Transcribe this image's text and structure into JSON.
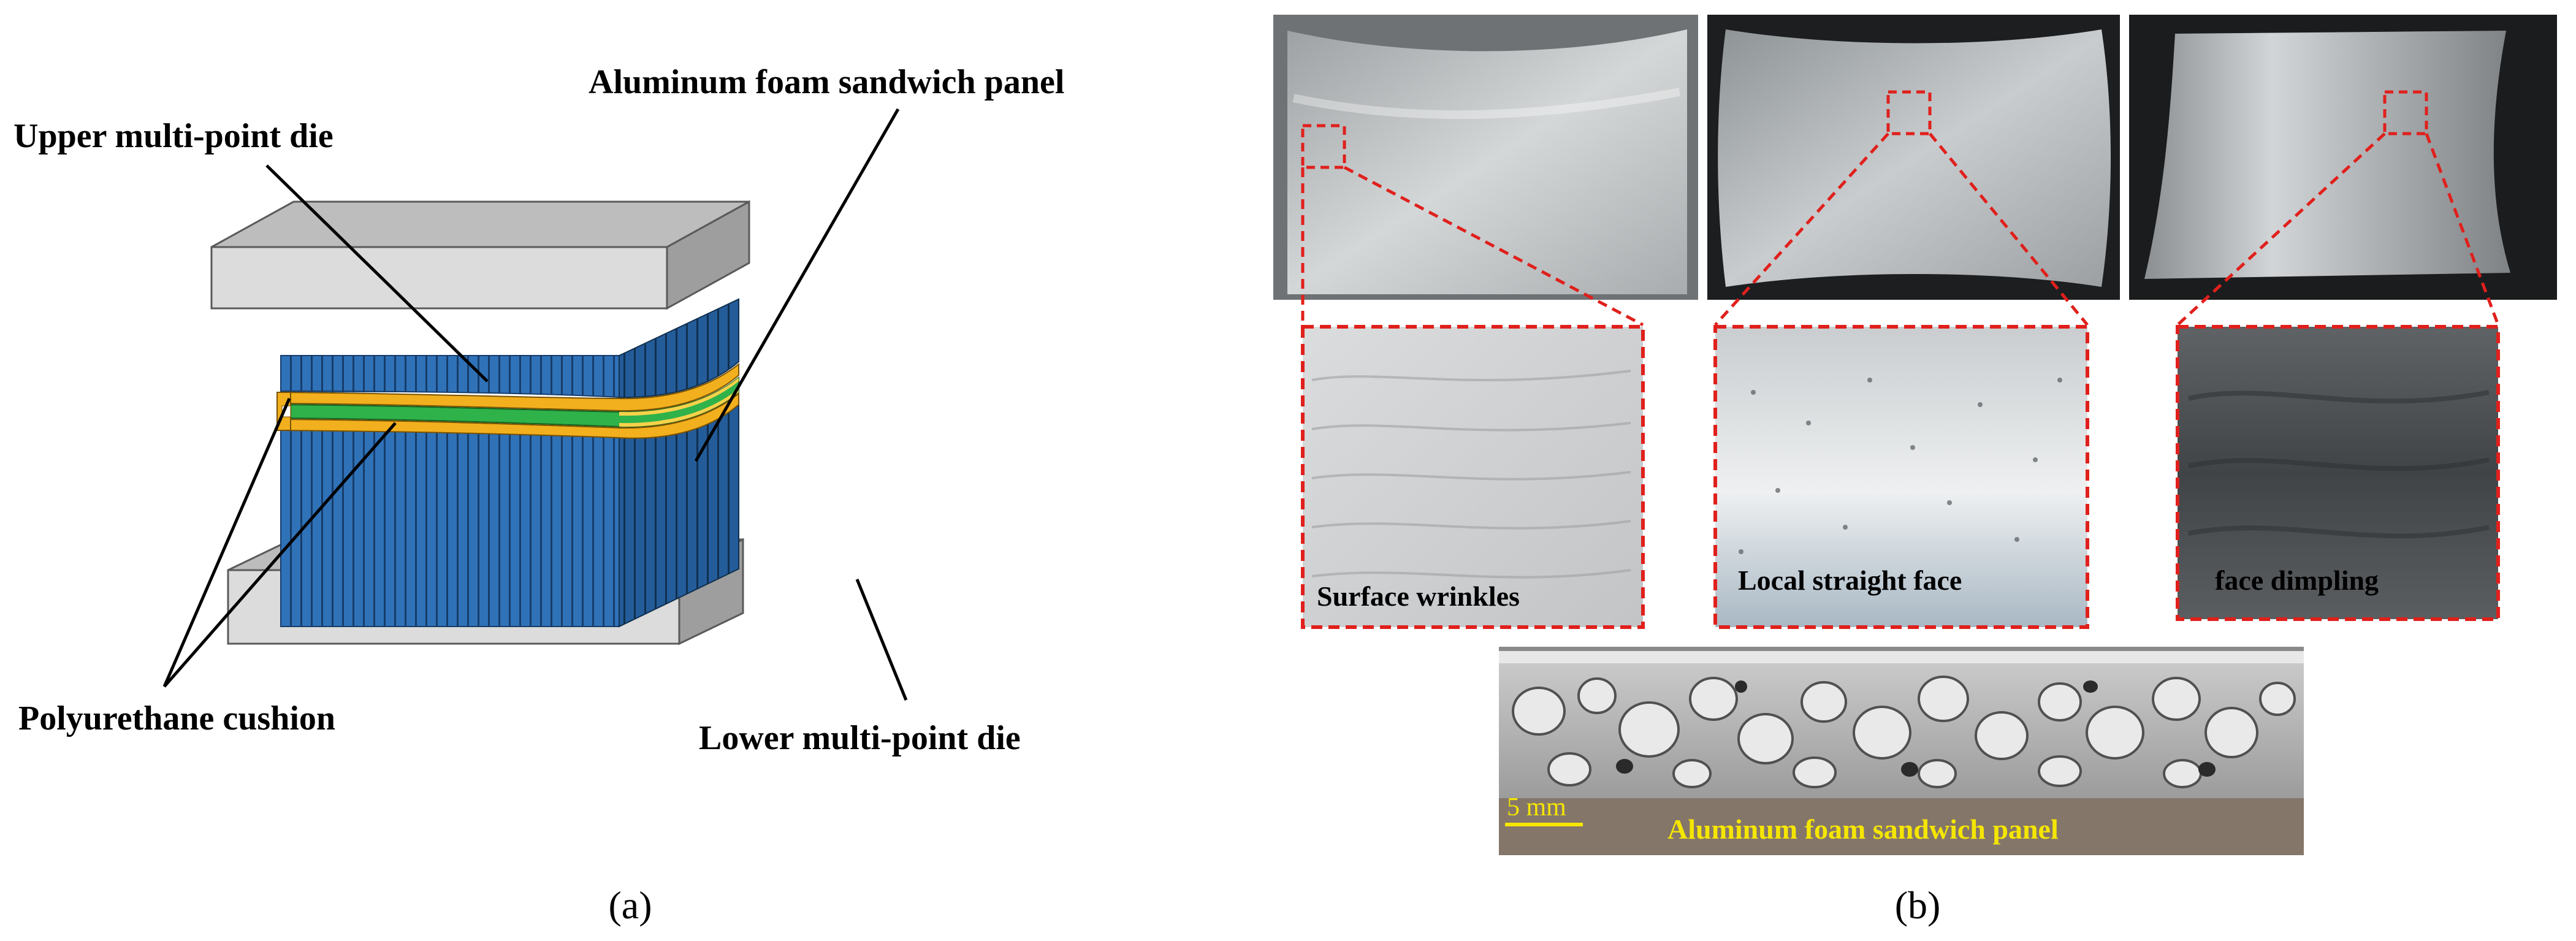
{
  "panel_a": {
    "labels": {
      "upper_die": "Upper multi-point die",
      "sandwich_panel": "Aluminum foam sandwich panel",
      "polyurethane": "Polyurethane cushion",
      "lower_die": "Lower multi-point die"
    },
    "caption": "(a)",
    "colors": {
      "plate_top": "#bdbdbd",
      "plate_front": "#dcdcdc",
      "plate_side": "#9e9e9e",
      "pins_front": "#2f72b8",
      "pins_side": "#245c99",
      "cushion": "#f2b01e",
      "core": "#2fb24a"
    }
  },
  "panel_b": {
    "labels": {
      "wrinkles": "Surface wrinkles",
      "straight_face": "Local straight face",
      "dimpling": "face dimpling",
      "sandwich_panel": "Aluminum foam sandwich panel",
      "scale_bar": "5 mm"
    },
    "caption": "(b)",
    "colors": {
      "callout": "#e0201c",
      "panel_label": "#f5e600"
    }
  }
}
